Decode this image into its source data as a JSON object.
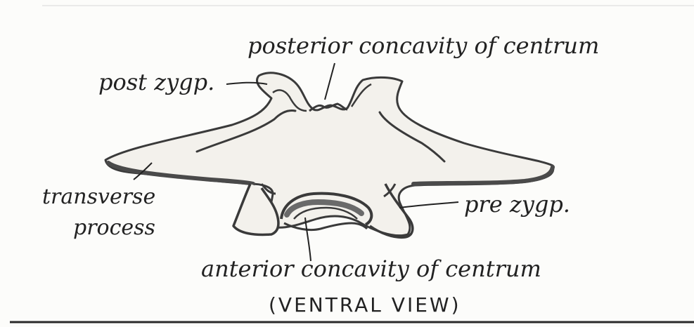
{
  "labels": {
    "posterior_concavity": "posterior concavity of centrum",
    "post_zygapophysis": "post zygp.",
    "transverse_process_line1": "transverse",
    "transverse_process_line2": "process",
    "pre_zygapophysis": "pre zygp.",
    "anterior_concavity": "anterior concavity of centrum",
    "view_caption": "(VENTRAL VIEW)"
  },
  "colors": {
    "ink": "#222222",
    "bone_outline": "#3a3a3a",
    "bone_fill": "#f3f1ec",
    "page": "#fcfcfa"
  }
}
